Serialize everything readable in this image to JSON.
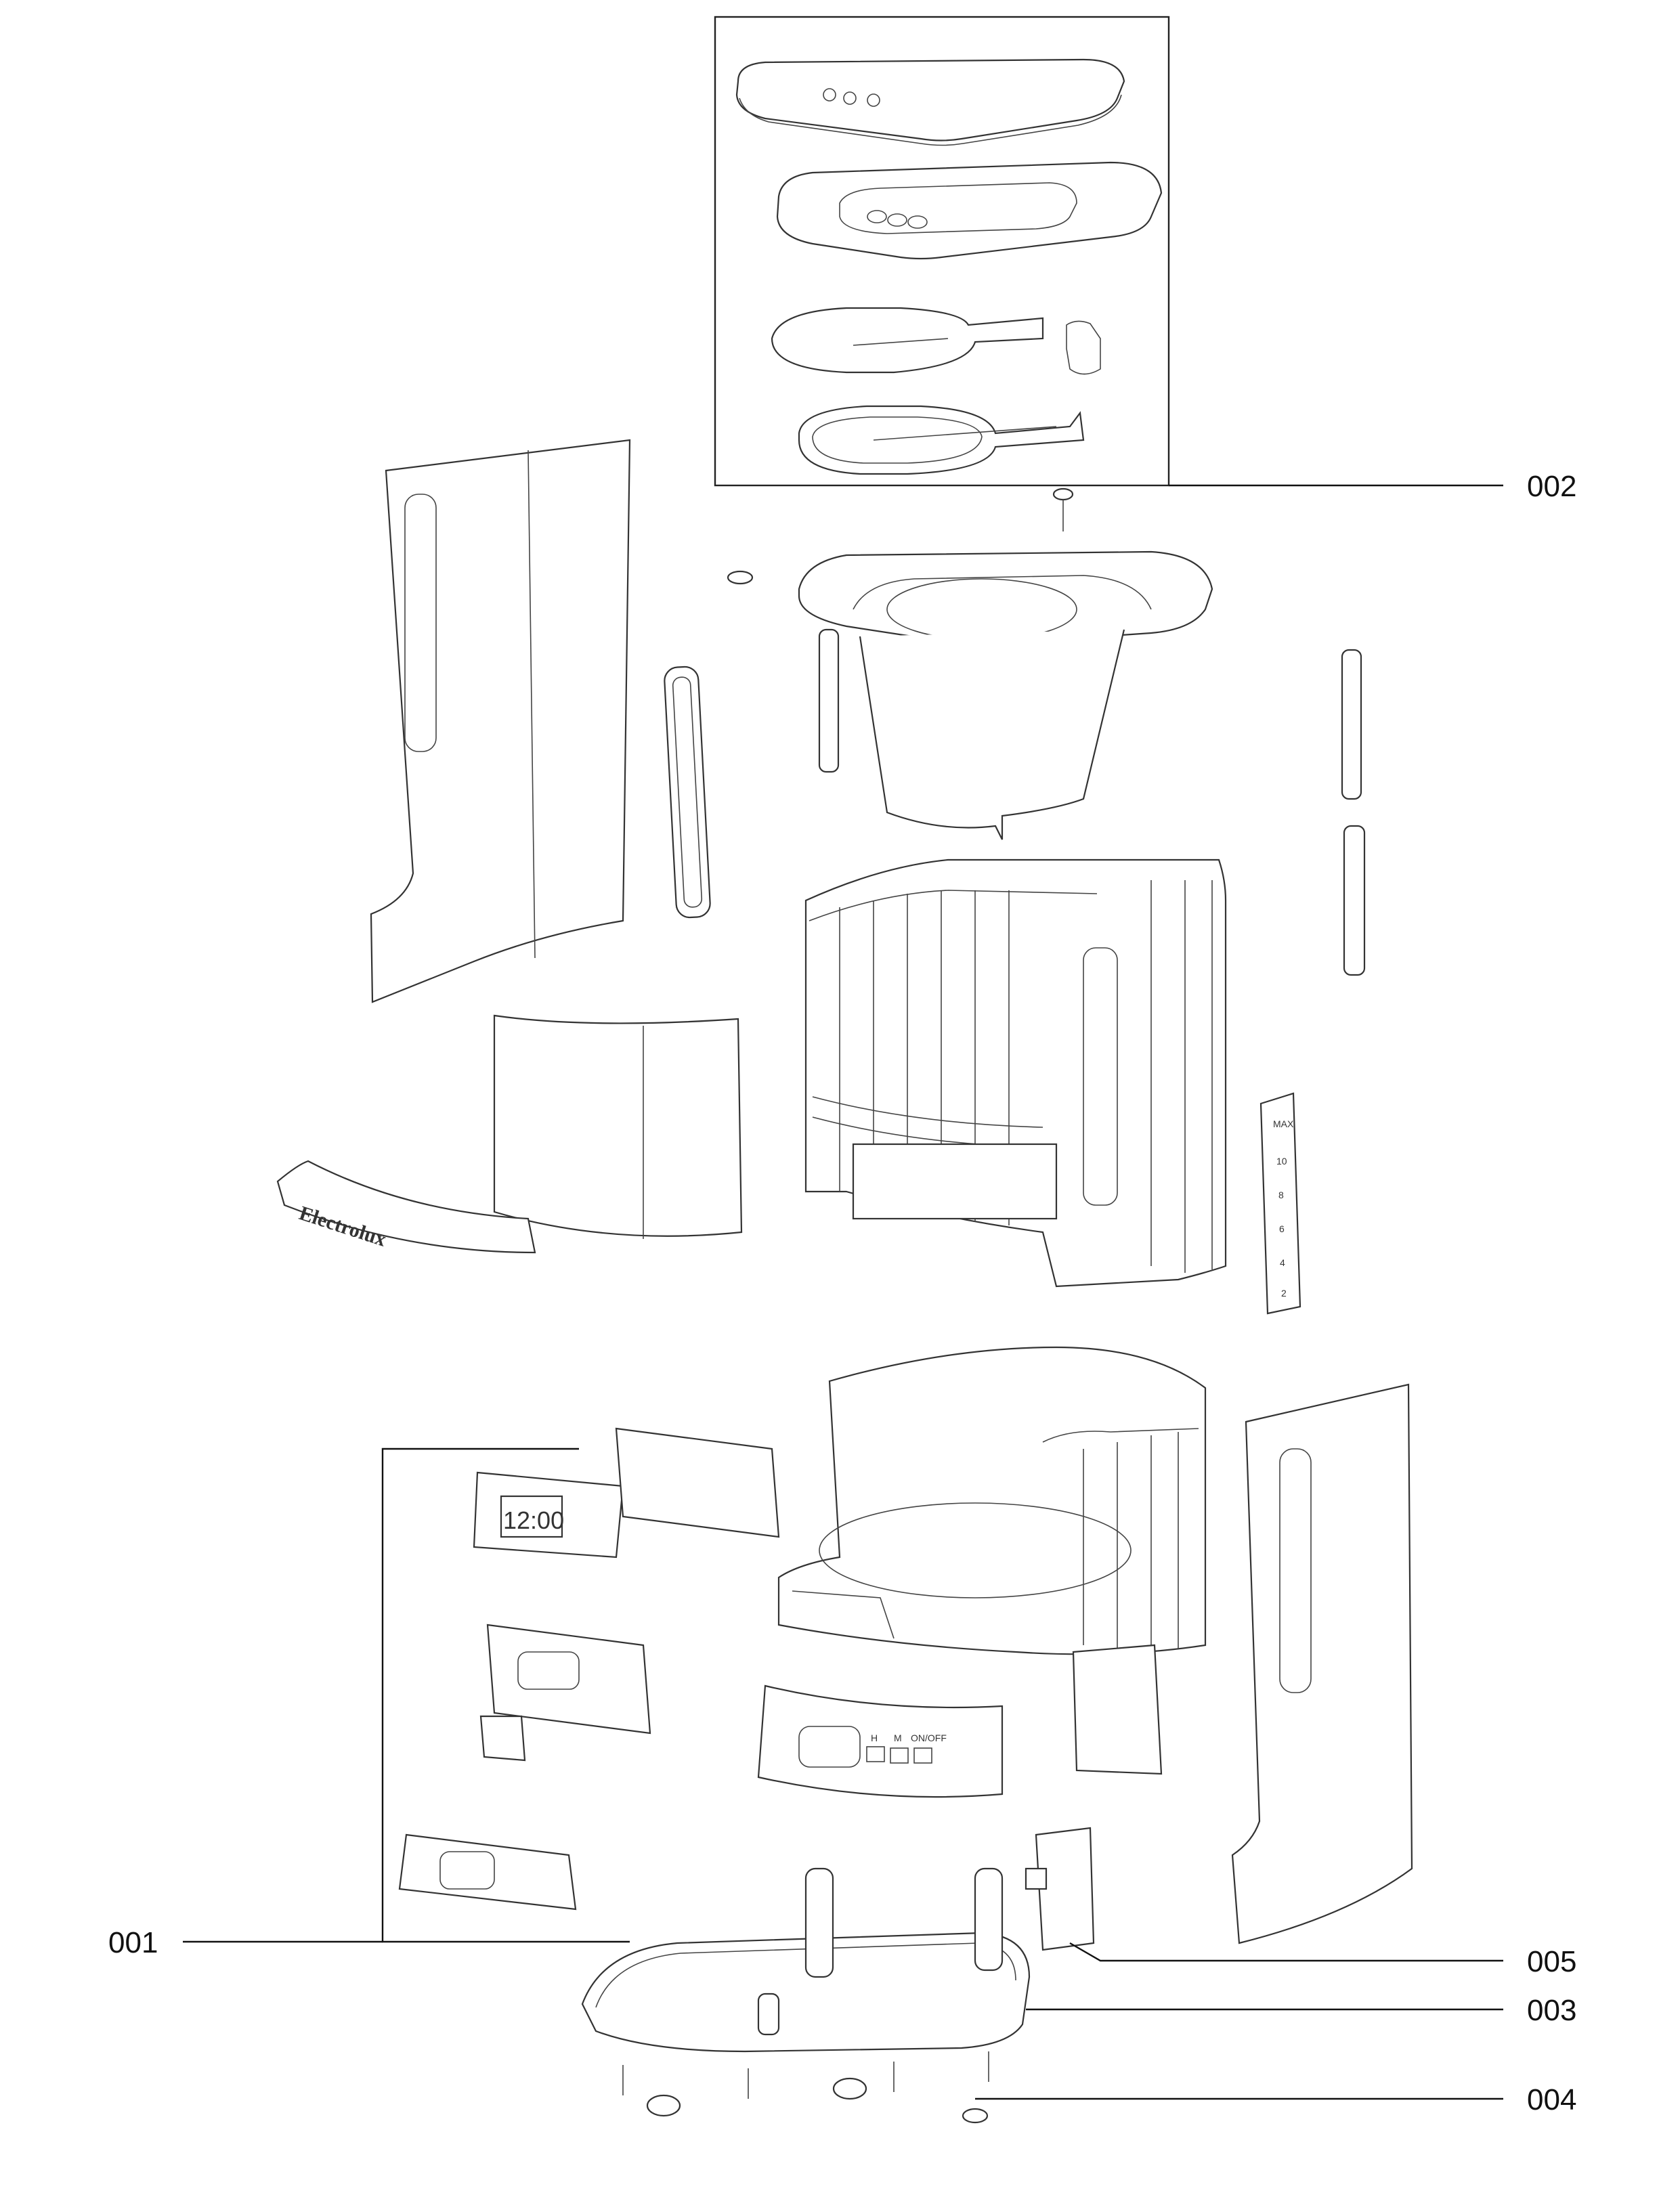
{
  "callouts": {
    "c001": "001",
    "c002": "002",
    "c003": "003",
    "c004": "004",
    "c005": "005"
  },
  "part_text": {
    "brand": "Electrolux",
    "clock": "12:00",
    "scale_top": "MAX",
    "scale_1": "10",
    "scale_2": "8",
    "scale_3": "6",
    "scale_4": "4",
    "scale_5": "2",
    "btn_1": "H",
    "btn_2": "M",
    "btn_3": "ON/OFF"
  }
}
